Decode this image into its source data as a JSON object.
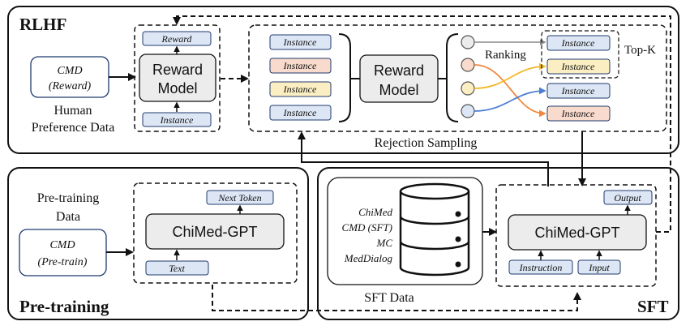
{
  "sections": {
    "rlhf": "RLHF",
    "pretraining": "Pre-training",
    "sft": "SFT"
  },
  "rlhf": {
    "cmd_reward_line1": "CMD",
    "cmd_reward_line2": "(Reward)",
    "human_pref_line1": "Human",
    "human_pref_line2": "Preference Data",
    "reward_tag": "Reward",
    "reward_model_line1": "Reward",
    "reward_model_line2": "Model",
    "instance_tag": "Instance",
    "instances": [
      "Instance",
      "Instance",
      "Instance",
      "Instance"
    ],
    "reward_model2_line1": "Reward",
    "reward_model2_line2": "Model",
    "ranking": "Ranking",
    "topk": "Top-K",
    "ranked_instances": [
      "Instance",
      "Instance",
      "Instance",
      "Instance"
    ],
    "rejection_sampling": "Rejection Sampling"
  },
  "pretraining": {
    "data_line1": "Pre-training",
    "data_line2": "Data",
    "cmd_line1": "CMD",
    "cmd_line2": "(Pre-train)",
    "next_token": "Next Token",
    "model": "ChiMed-GPT",
    "text_tag": "Text"
  },
  "sft": {
    "datasets": [
      "ChiMed",
      "CMD (SFT)",
      "MC",
      "MedDialog"
    ],
    "data_label": "SFT Data",
    "output_tag": "Output",
    "model": "ChiMed-GPT",
    "instruction_tag": "Instruction",
    "input_tag": "Input"
  },
  "colors": {
    "blue_fill": "#dce6f4",
    "orange_fill": "#f8dbcc",
    "yellow_fill": "#fbeec2",
    "gray_fill": "#ececec",
    "orange_line": "#f0883e",
    "yellow_line": "#f2b824",
    "blue_line": "#4a7fd0",
    "gray_line": "#999999"
  }
}
